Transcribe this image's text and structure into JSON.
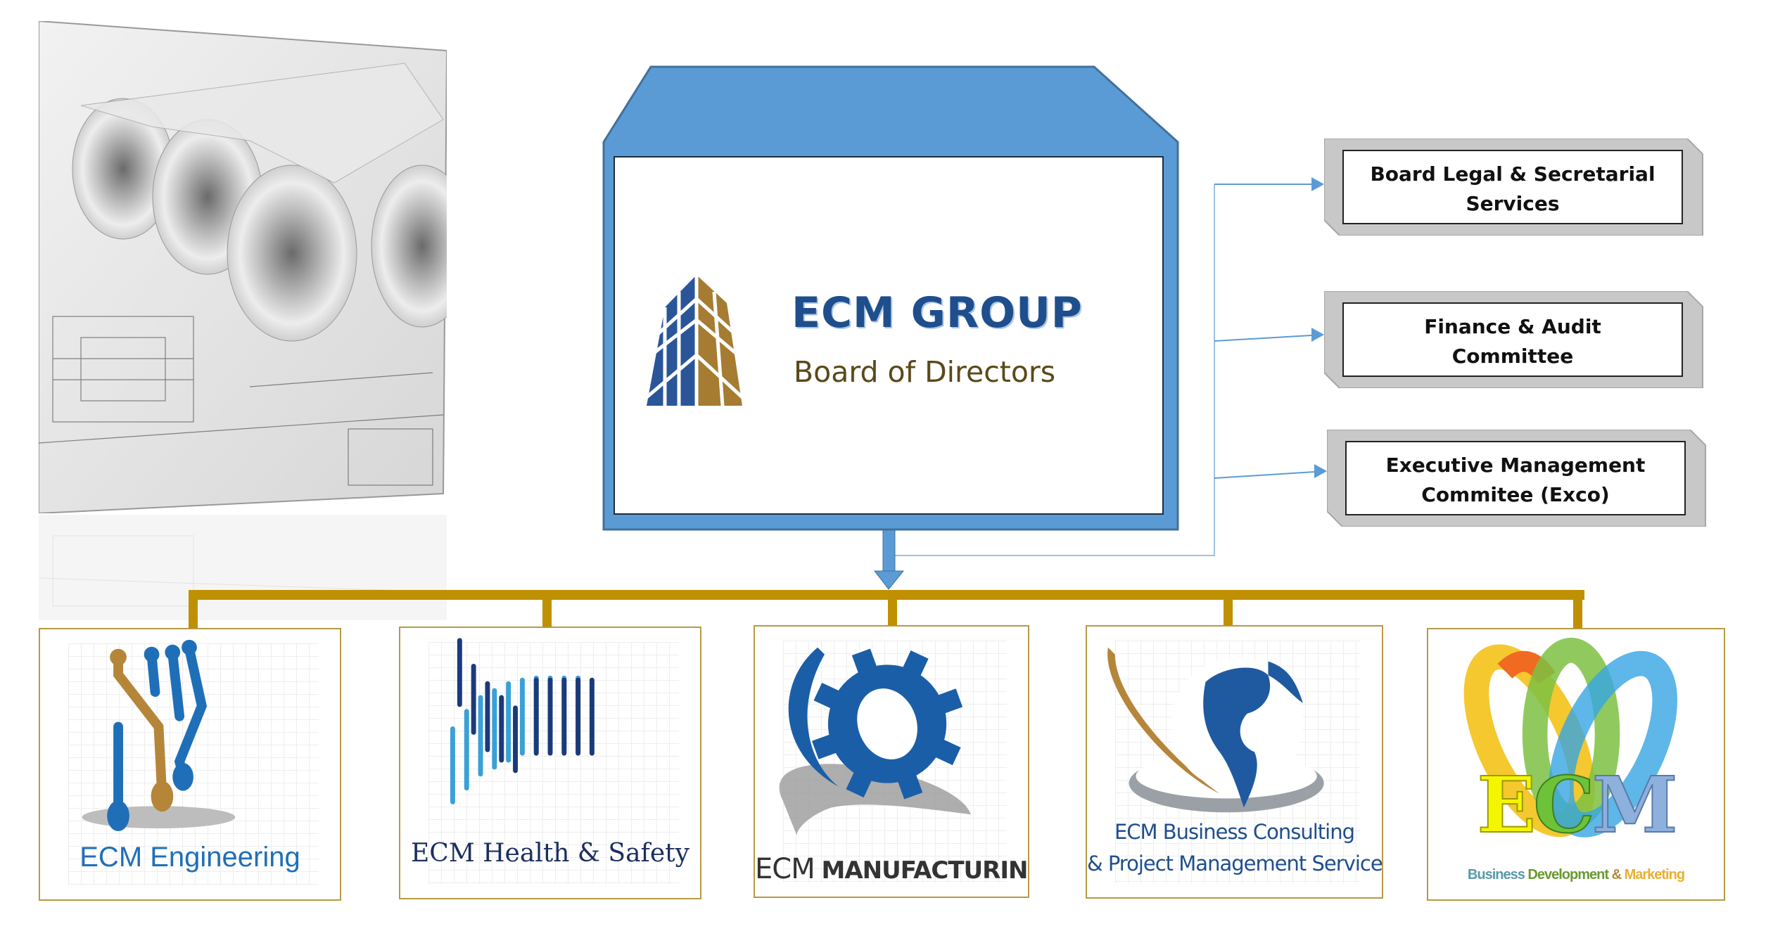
{
  "board": {
    "title": "ECM GROUP",
    "subtitle": "Board of Directors",
    "accent_color": "#5b9bd5",
    "logo_icon": "building-icon"
  },
  "committees": [
    {
      "label": "Board Legal & Secretarial Services"
    },
    {
      "label": "Finance & Audit Committee"
    },
    {
      "label": "Executive Management Commitee (Exco)"
    }
  ],
  "subsidiaries": [
    {
      "label": "ECM Engineering",
      "icon": "circuit-icon",
      "color": "#1f6fb8"
    },
    {
      "label": "ECM Health & Safety",
      "icon": "bars-icon",
      "color": "#1b2e5e"
    },
    {
      "label_prefix": "ECM",
      "label_main": "MANUFACTURING",
      "icon": "gear-icon",
      "color": "#333333"
    },
    {
      "label_line1": "ECM Business Consulting",
      "label_line2": "& Project Management Services",
      "icon": "globe-icon",
      "color": "#1f4e8c"
    },
    {
      "logo_letters": [
        "E",
        "C",
        "M"
      ],
      "tagline_part1": "Business",
      "tagline_part2": "Development",
      "tagline_amp": "&",
      "tagline_part3": "Marketing",
      "icon": "ribbon-icon"
    }
  ],
  "colors": {
    "bus": "#bf9000",
    "board_fill": "#5b9bd5",
    "committee_fill": "#c8c8c8",
    "connector": "#5b9bd5"
  },
  "decor": {
    "photo": "blueprint-rolls-image"
  }
}
